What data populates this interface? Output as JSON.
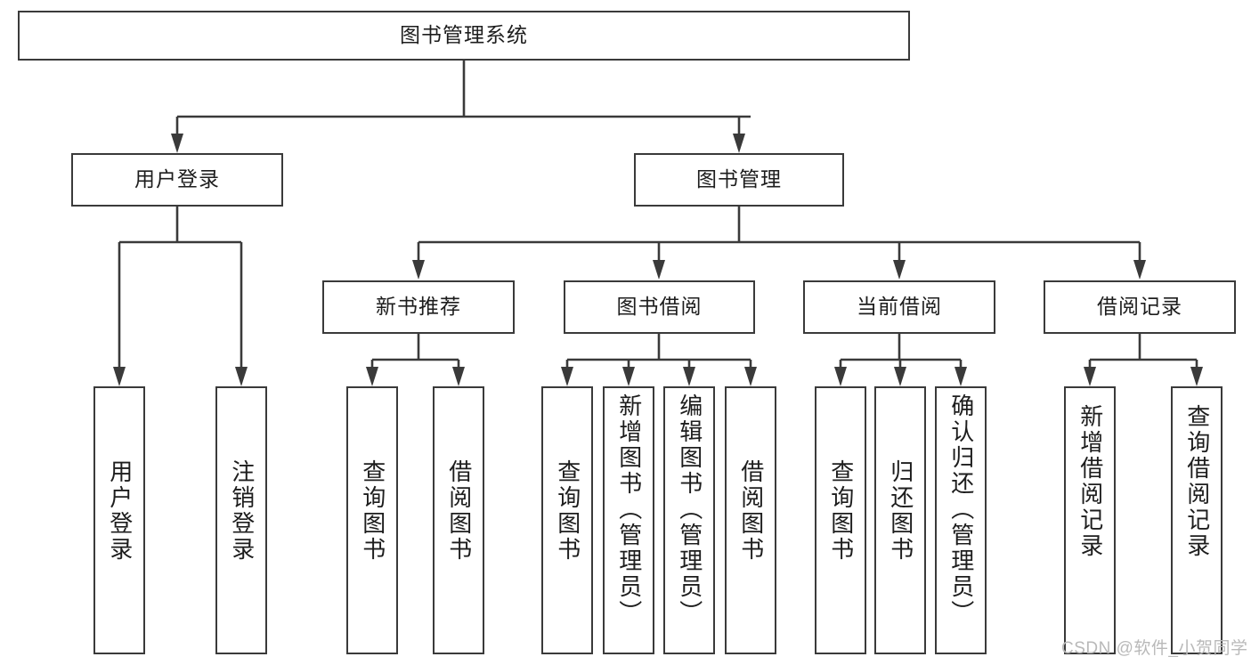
{
  "diagram": {
    "type": "tree-hierarchy-chart",
    "title": "图书管理系统",
    "stroke_color": "#3a3a3a",
    "background_color": "#ffffff",
    "text_color": "#1d1d1d",
    "levels": 4,
    "root": {
      "id": "root",
      "label": "图书管理系统",
      "orientation": "horizontal"
    },
    "level2": [
      {
        "id": "user-login",
        "label": "用户登录",
        "orientation": "horizontal"
      },
      {
        "id": "book-management",
        "label": "图书管理",
        "orientation": "horizontal"
      }
    ],
    "level3": [
      {
        "id": "new-book-recommend",
        "label": "新书推荐",
        "orientation": "horizontal",
        "parent": "book-management"
      },
      {
        "id": "book-borrow",
        "label": "图书借阅",
        "orientation": "horizontal",
        "parent": "book-management"
      },
      {
        "id": "current-borrow",
        "label": "当前借阅",
        "orientation": "horizontal",
        "parent": "book-management"
      },
      {
        "id": "borrow-record",
        "label": "借阅记录",
        "orientation": "horizontal",
        "parent": "book-management"
      }
    ],
    "leaves": {
      "user_login": [
        {
          "id": "leaf-user-login",
          "label": "用户登录"
        },
        {
          "id": "leaf-logout-login",
          "label": "注销登录"
        }
      ],
      "new_book_recommend": [
        {
          "id": "leaf-query-book-1",
          "label": "查询图书"
        },
        {
          "id": "leaf-borrow-book-1",
          "label": "借阅图书"
        }
      ],
      "book_borrow": [
        {
          "id": "leaf-query-book-2",
          "label": "查询图书"
        },
        {
          "id": "leaf-add-book",
          "label": "新增图书（管理员）"
        },
        {
          "id": "leaf-edit-book",
          "label": "编辑图书（管理员）"
        },
        {
          "id": "leaf-borrow-book-2",
          "label": "借阅图书"
        }
      ],
      "current_borrow": [
        {
          "id": "leaf-query-book-3",
          "label": "查询图书"
        },
        {
          "id": "leaf-return-book",
          "label": "归还图书"
        },
        {
          "id": "leaf-confirm-return",
          "label": "确认归还（管理员）"
        }
      ],
      "borrow_record": [
        {
          "id": "leaf-add-record",
          "label": "新增借阅记录"
        },
        {
          "id": "leaf-query-record",
          "label": "查询借阅记录"
        }
      ]
    }
  },
  "watermark": {
    "text": "CSDN @软件_小贺同学",
    "color": "#b9b9b9"
  }
}
